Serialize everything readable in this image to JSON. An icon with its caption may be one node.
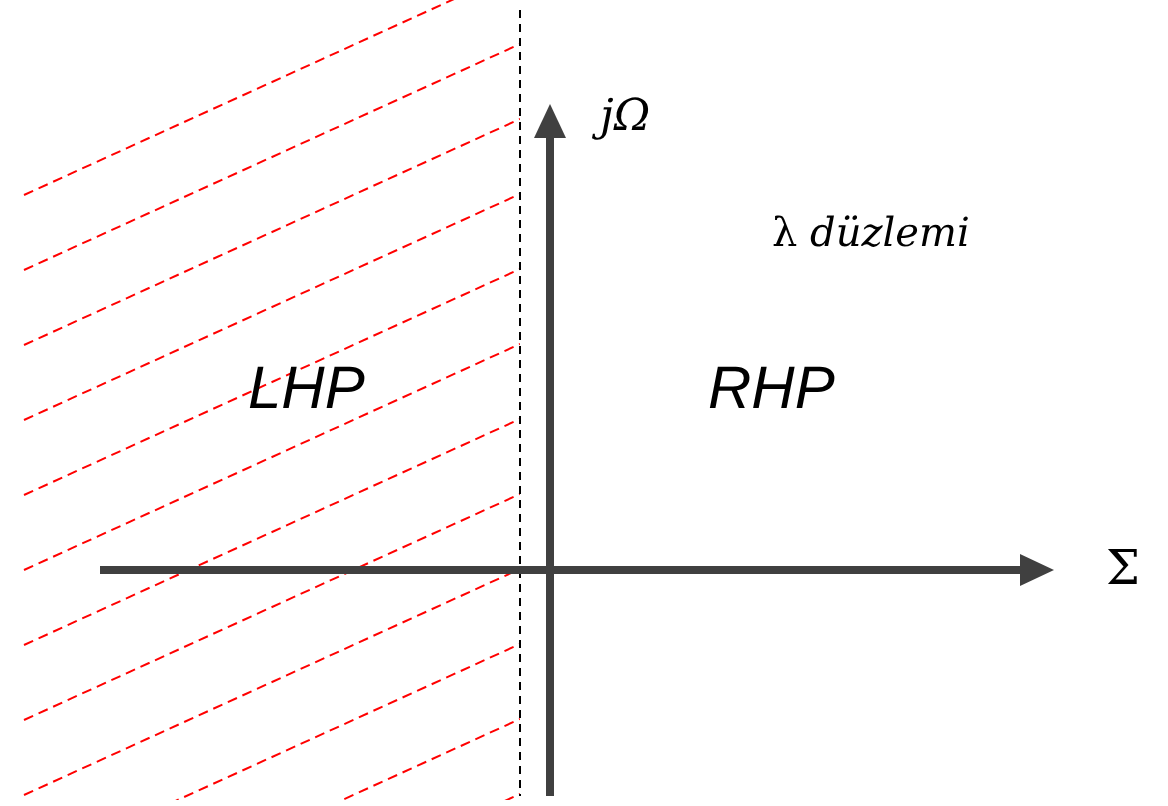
{
  "diagram": {
    "labels": [
      "jΩ",
      "λ *düzlemi*",
      "LHP",
      "RHP",
      "Σ"
    ]
  }
}
